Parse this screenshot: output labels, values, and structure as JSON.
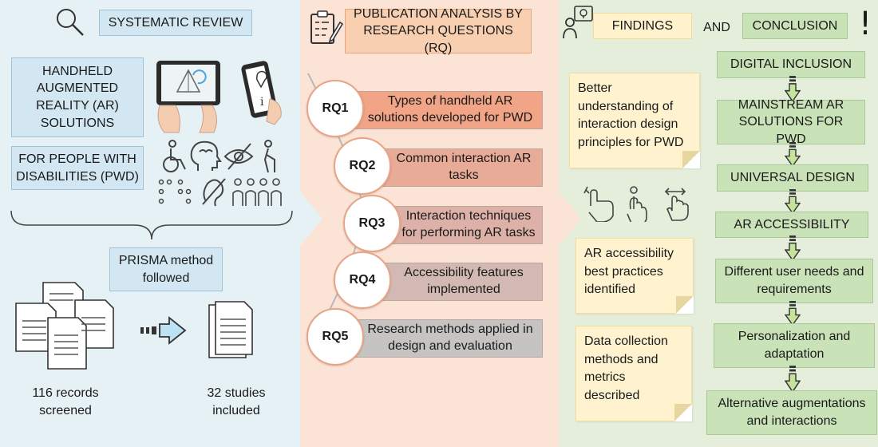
{
  "review": {
    "title": "SYSTEMATIC REVIEW",
    "ar_solutions": "HANDHELD AUGMENTED REALITY (AR) SOLUTIONS",
    "pwd": "FOR PEOPLE WITH DISABILITIES (PWD)",
    "prisma": "PRISMA method followed",
    "screened": "116 records screened",
    "included": "32 studies included"
  },
  "analysis": {
    "title": "PUBLICATION ANALYSIS BY RESEARCH QUESTIONS (RQ)",
    "rqs": [
      {
        "id": "RQ1",
        "text": "Types of handheld AR solutions developed for PWD",
        "color": "#f1a486"
      },
      {
        "id": "RQ2",
        "text": "Common interaction AR tasks",
        "color": "#e7ab97"
      },
      {
        "id": "RQ3",
        "text": "Interaction techniques for performing AR tasks",
        "color": "#ddb1a7"
      },
      {
        "id": "RQ4",
        "text": "Accessibility features implemented",
        "color": "#d3b9b3"
      },
      {
        "id": "RQ5",
        "text": "Research methods applied in design and evaluation",
        "color": "#c6c3c3"
      }
    ]
  },
  "findings": {
    "title_left": "FINDINGS",
    "and": "AND",
    "title_right": "CONCLUSION",
    "exclamation": "!",
    "notes": [
      "Better understanding of interaction design principles for PWD",
      "AR accessibility best practices identified",
      "Data collection methods and metrics described"
    ],
    "conclusions": [
      "DIGITAL INCLUSION",
      "MAINSTREAM AR SOLUTIONS FOR PWD",
      "UNIVERSAL DESIGN",
      "AR ACCESSIBILITY",
      "Different user needs and requirements",
      "Personalization and adaptation",
      "Alternative augmentations and interactions"
    ]
  },
  "colors": {
    "panel_blue": "#e6f1f6",
    "panel_orange": "#fbe3d6",
    "panel_green": "#e4eedb",
    "arrow_green": "#c6e39c"
  }
}
